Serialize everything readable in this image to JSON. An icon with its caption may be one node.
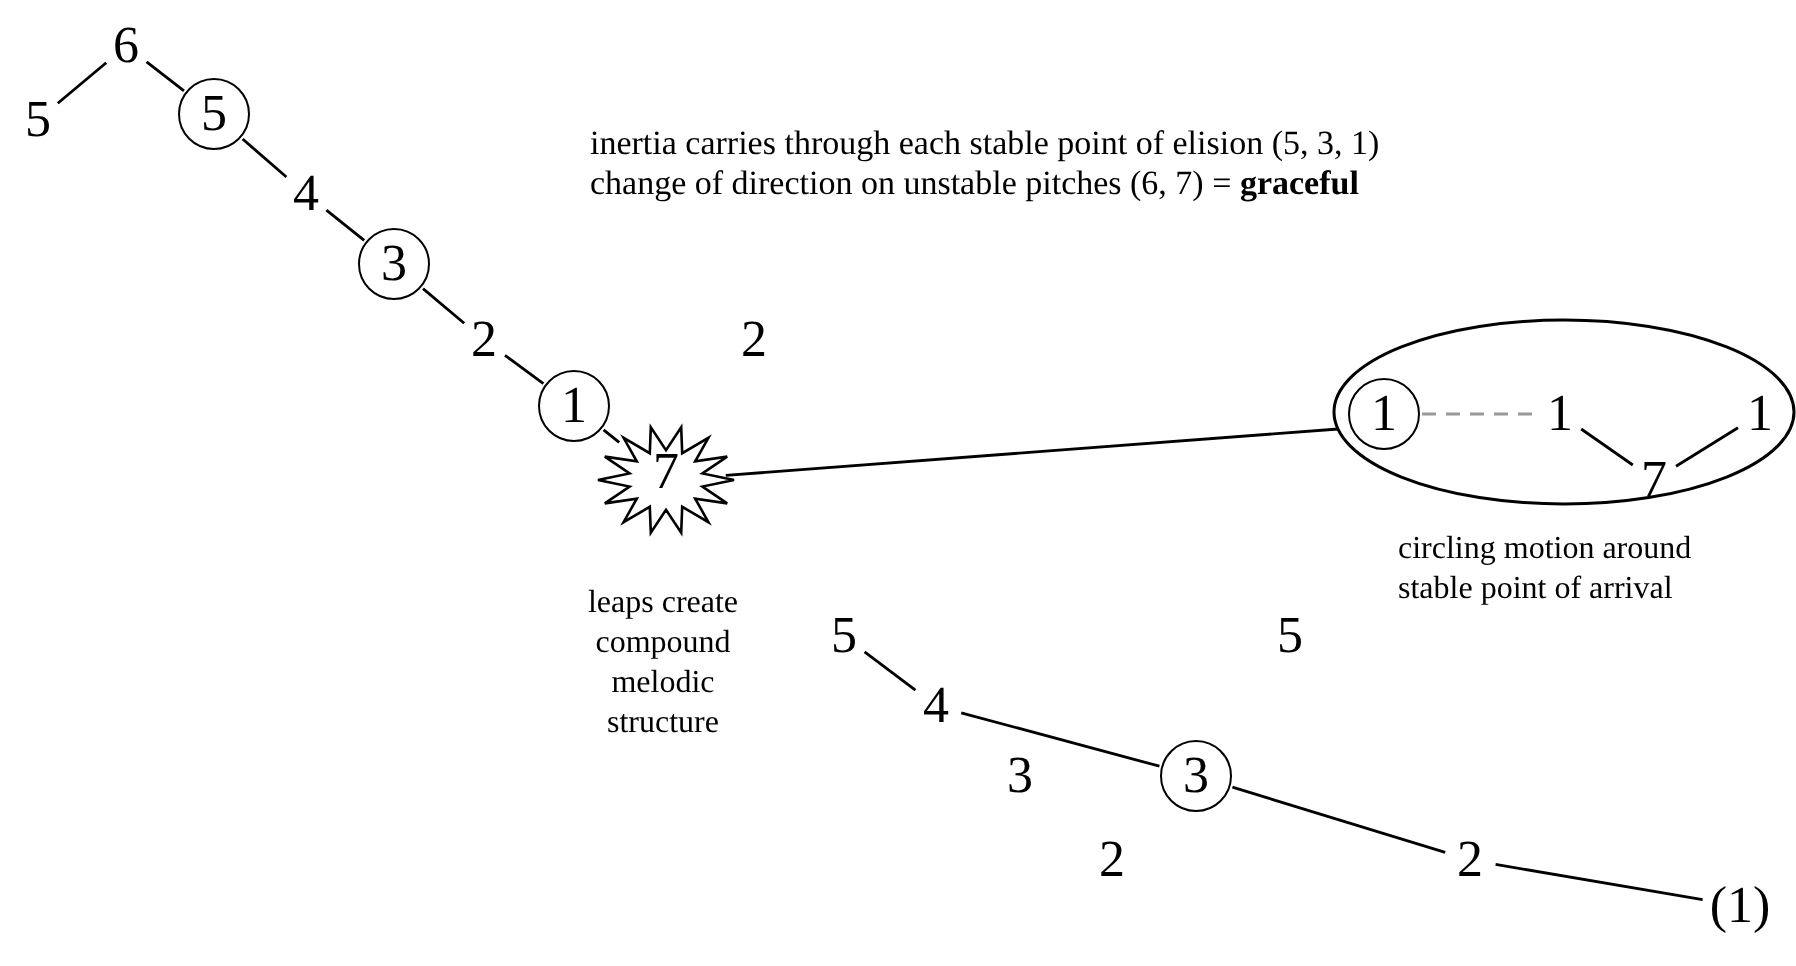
{
  "diagram": {
    "nodes": [
      {
        "text": [
          "5"
        ]
      },
      {
        "text": [
          "6"
        ]
      },
      {
        "text": [
          "5"
        ]
      },
      {
        "text": [
          "4"
        ]
      },
      {
        "text": [
          "3"
        ]
      },
      {
        "text": [
          "2"
        ]
      },
      {
        "text": [
          "1"
        ]
      },
      {
        "text": [
          "7"
        ],
        "beside": [
          "leaps create compound melodic structure"
        ]
      },
      {
        "text": [],
        "shape": "ellipse",
        "beside": [
          "circling motion around stable point of arrival"
        ]
      },
      {
        "text": [
          "1"
        ],
        "in": 8
      },
      {
        "text": [
          "1"
        ],
        "in": 8
      },
      {
        "text": [
          "7"
        ],
        "in": 8
      },
      {
        "text": [
          "1"
        ],
        "in": 8
      },
      {
        "text": [
          "5"
        ]
      },
      {
        "text": [
          "4"
        ]
      },
      {
        "text": [
          "3"
        ]
      },
      {
        "text": [
          "2"
        ]
      },
      {
        "text": [
          "(1)"
        ]
      }
    ],
    "edges": [
      {
        "from": 0,
        "to": 1,
        "arrow": "none"
      },
      {
        "from": 1,
        "to": 2,
        "arrow": "none"
      },
      {
        "from": 2,
        "to": 3,
        "arrow": "none"
      },
      {
        "from": 3,
        "to": 4,
        "arrow": "none"
      },
      {
        "from": 4,
        "to": 5,
        "arrow": "none"
      },
      {
        "from": 5,
        "to": 6,
        "arrow": "none"
      },
      {
        "from": 6,
        "to": 7,
        "arrow": "none"
      },
      {
        "from": 7,
        "to": 8,
        "arrow": "none"
      },
      {
        "from": 9,
        "to": 10,
        "arrow": "none",
        "style": "dashed",
        "color": "#999999"
      },
      {
        "from": 10,
        "to": 11,
        "arrow": "none"
      },
      {
        "from": 11,
        "to": 12,
        "arrow": "none"
      },
      {
        "from": 13,
        "to": 14,
        "arrow": "none"
      },
      {
        "from": 14,
        "to": 15,
        "arrow": "none"
      },
      {
        "from": 15,
        "to": 16,
        "arrow": "none"
      },
      {
        "from": 16,
        "to": 17,
        "arrow": "none"
      }
    ],
    "labels": [
      "inertia carries through each stable point of elision (5, 3, 1)",
      "change of direction on unstable pitches (6, 7) = **graceful**",
      "2",
      "5",
      "3",
      "2"
    ]
  }
}
